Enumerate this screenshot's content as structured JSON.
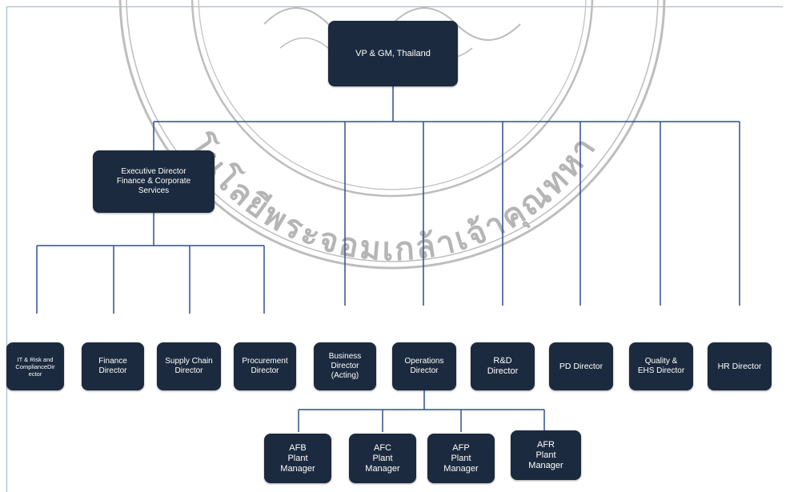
{
  "watermark": {
    "thai_text": "โนโลยีพระจอมเกล้าเจ้าคุณทหา",
    "color": "#b5b5b5"
  },
  "colors": {
    "node_fill": "#1b2a3e",
    "node_text": "#ffffff",
    "connector": "#2f4f8f"
  },
  "chart": {
    "root": "VP & GM, Thailand",
    "exec": "Executive Director\nFinance & Corporate\nServices",
    "finance_reports": [
      "IT & Risk and\nComplianceDir\nector",
      "Finance\nDirector",
      "Supply Chain\nDirector",
      "Procurement\nDirector"
    ],
    "directors": [
      "Business\nDirector\n(Acting)",
      "Operations\nDirector",
      "R&D\nDirector",
      "PD Director",
      "Quality &\nEHS Director",
      "HR Director"
    ],
    "plants": [
      "AFB\nPlant\nManager",
      "AFC\nPlant\nManager",
      "AFP\nPlant\nManager",
      "AFR\nPlant\nManager"
    ]
  }
}
